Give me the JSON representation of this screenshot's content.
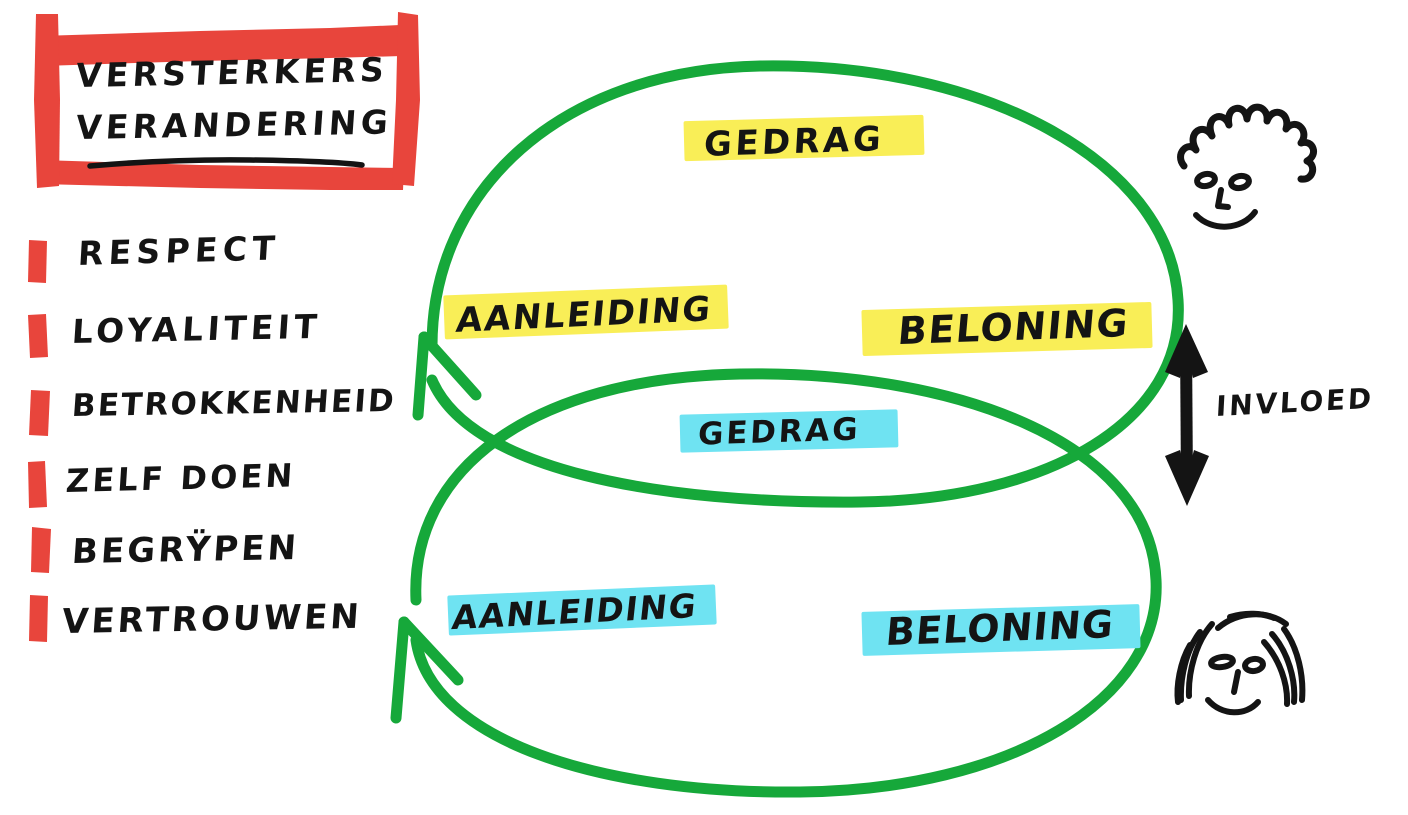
{
  "title_card": {
    "name": "versterkers-veranderingen-title",
    "line1": "VERSTERKERS",
    "line2": "VERANDERING",
    "frame_color": "#e8453c",
    "underline_color": "#141414"
  },
  "reinforcers": {
    "heading_implicit": "VERSTERKERS VERANDERING",
    "bullet_color": "#e8453c",
    "items": [
      {
        "label": "RESPECT"
      },
      {
        "label": "LOYALITEIT"
      },
      {
        "label": "BETROKKENHEID"
      },
      {
        "label": "ZELF DOEN"
      },
      {
        "label": "BEGRŸPEN"
      },
      {
        "label": "VERTROUWEN"
      }
    ]
  },
  "loops": {
    "loop_color": "#16a83a",
    "upper": {
      "name": "yellow-behaviour-loop",
      "highlight_color": "#f9ee57",
      "gedrag": "GEDRAG",
      "aanleiding": "AANLEIDING",
      "beloning": "BELONING"
    },
    "lower": {
      "name": "cyan-behaviour-loop",
      "highlight_color": "#6fe3f2",
      "gedrag": "GEDRAG",
      "aanleiding": "AANLEIDING",
      "beloning": "BELONING"
    }
  },
  "influence": {
    "label": "INVLOED",
    "arrow": "double-headed-vertical-arrow",
    "color": "#141414"
  },
  "faces": [
    {
      "name": "curly-hair-face",
      "position": "top-right"
    },
    {
      "name": "straight-hair-face",
      "position": "bottom-right"
    }
  ]
}
